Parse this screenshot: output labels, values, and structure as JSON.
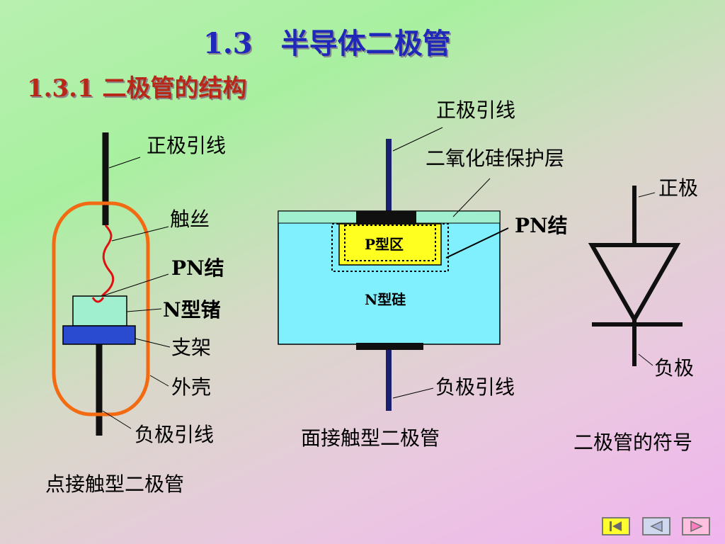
{
  "title": "1.3　半导体二极管",
  "subtitle": "1.3.1   二极管的结构",
  "point_contact": {
    "anode_lead": "正极引线",
    "whisker": "触丝",
    "pn_junction": "PN结",
    "n_germanium": "N型锗",
    "bracket": "支架",
    "shell": "外壳",
    "cathode_lead": "负极引线",
    "caption": "点接触型二极管"
  },
  "junction": {
    "anode_lead": "正极引线",
    "sio2_layer": "二氧化硅保护层",
    "pn_junction": "PN结",
    "p_region": "P型区",
    "n_silicon": "N型硅",
    "cathode_lead": "负极引线",
    "caption": "面接触型二极管"
  },
  "symbol": {
    "anode": "正极",
    "cathode": "负极",
    "caption": "二极管的符号"
  },
  "nav": {
    "first_icon": "first-page-icon",
    "prev_icon": "previous-page-icon",
    "next_icon": "next-page-icon"
  },
  "colors": {
    "title": "#1f28b8",
    "subtitle": "#b82818",
    "shell": "#f26a12",
    "whisker": "#e01010",
    "semiconductor_block": "#a0f0d0",
    "bracket": "#2a4ad0",
    "lead": "#101010",
    "junction_lead": "#1a2070",
    "n_silicon": "#80f0ff",
    "p_region": "#ffff20"
  }
}
